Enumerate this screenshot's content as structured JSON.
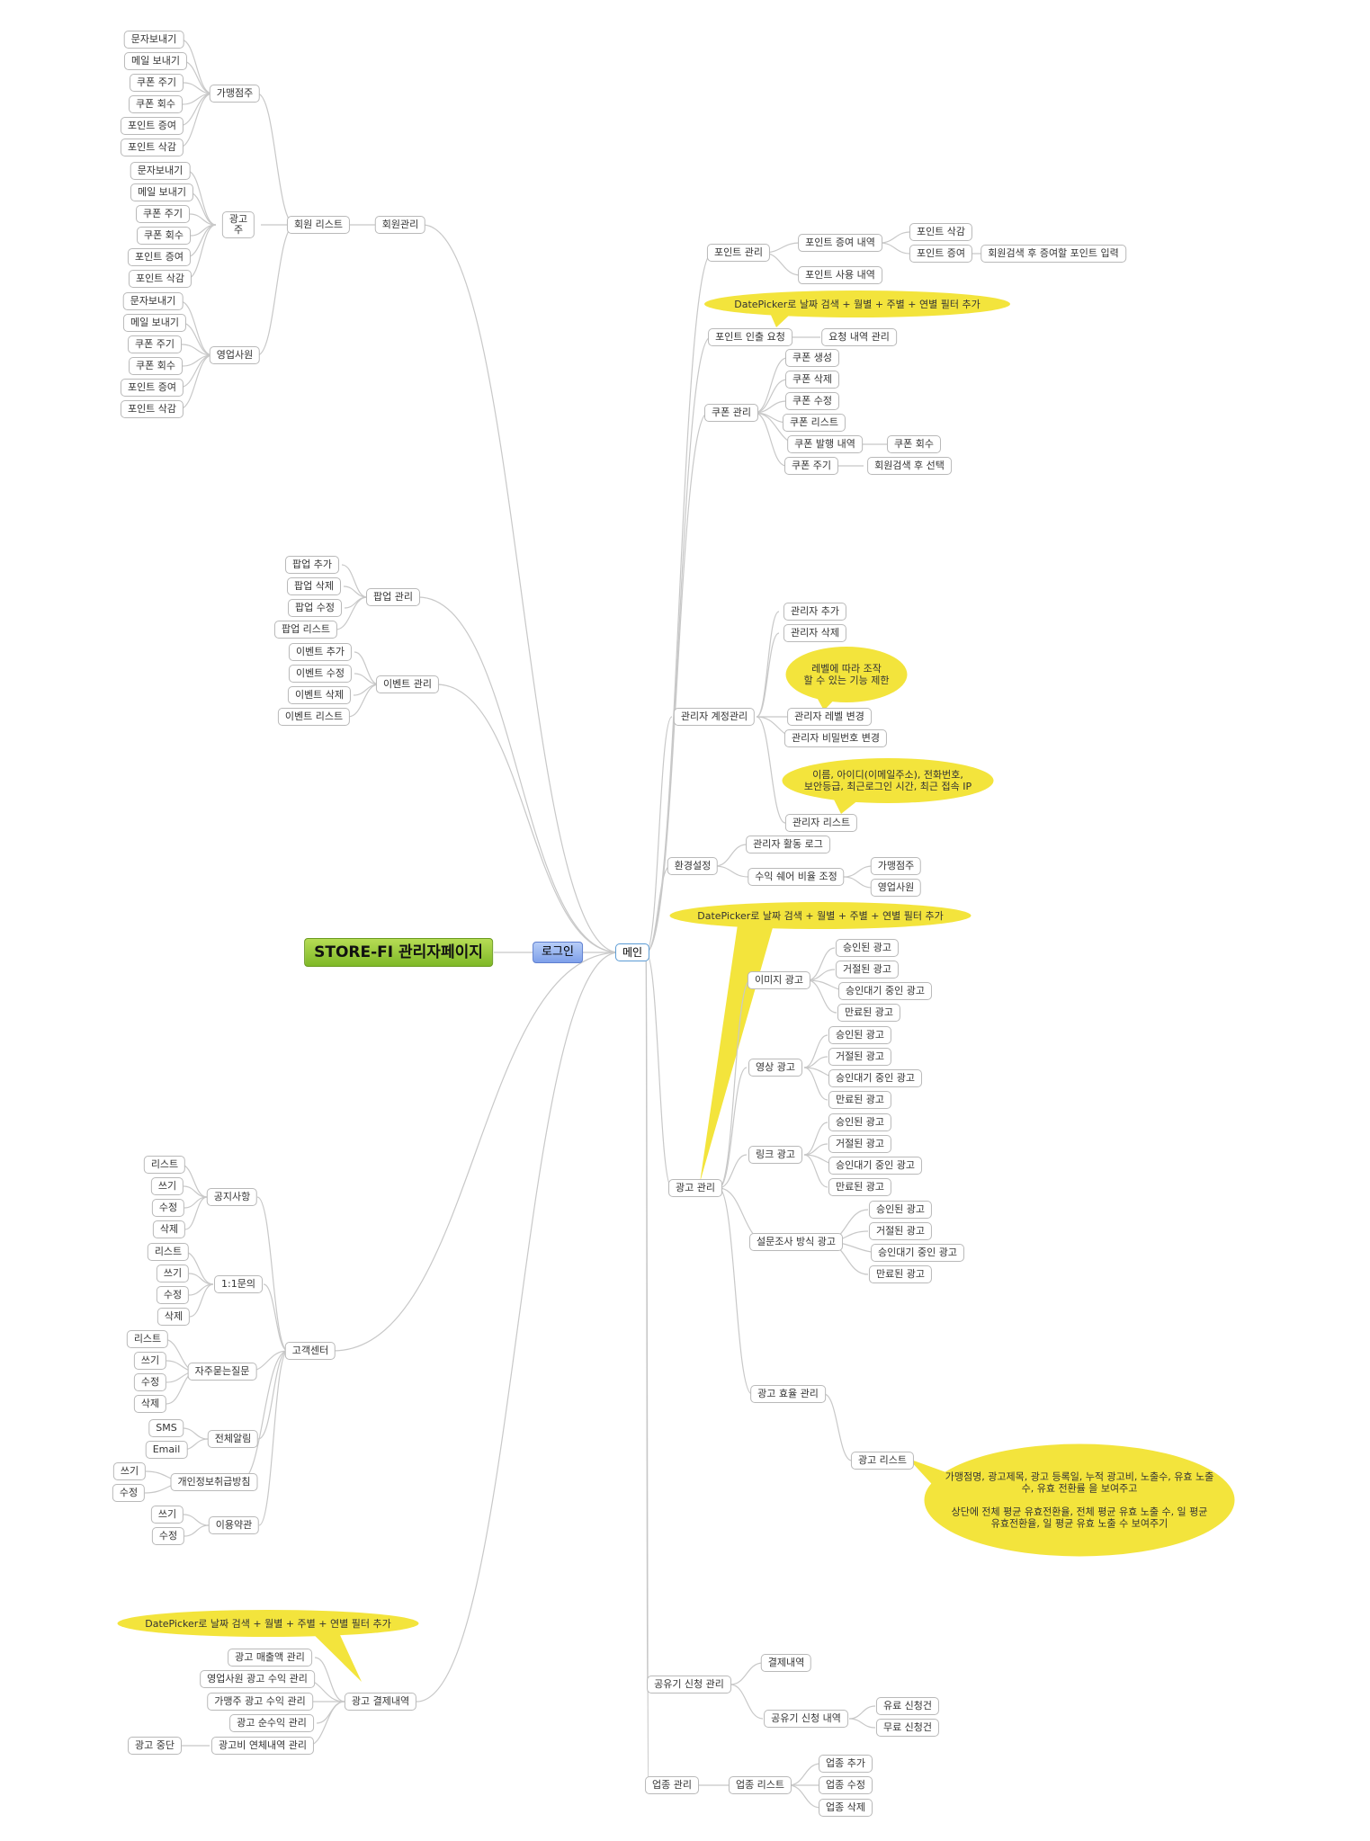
{
  "root": "STORE-FI 관리자페이지",
  "login": "로그인",
  "main": "메인",
  "member": {
    "title": "회원관리",
    "list": "회원 리스트",
    "groups": [
      {
        "label": "가맹점주",
        "items": [
          "문자보내기",
          "메일 보내기",
          "쿠폰 주기",
          "쿠폰 회수",
          "포인트 증여",
          "포인트 삭감"
        ]
      },
      {
        "label": "광고\n주",
        "items": [
          "문자보내기",
          "메일 보내기",
          "쿠폰 주기",
          "쿠폰 회수",
          "포인트 증여",
          "포인트 삭감"
        ]
      },
      {
        "label": "영업사원",
        "items": [
          "문자보내기",
          "메일 보내기",
          "쿠폰 주기",
          "쿠폰 회수",
          "포인트 증여",
          "포인트 삭감"
        ]
      }
    ]
  },
  "popup": {
    "title": "팝업 관리",
    "items": [
      "팝업 추가",
      "팝업 삭제",
      "팝업 수정",
      "팝업 리스트"
    ]
  },
  "event": {
    "title": "이벤트 관리",
    "items": [
      "이벤트 추가",
      "이벤트 수정",
      "이벤트 삭제",
      "이벤트 리스트"
    ]
  },
  "cs": {
    "title": "고객센터",
    "groups": [
      {
        "label": "공지사항",
        "items": [
          "리스트",
          "쓰기",
          "수정",
          "삭제"
        ]
      },
      {
        "label": "1:1문의",
        "items": [
          "리스트",
          "쓰기",
          "수정",
          "삭제"
        ]
      },
      {
        "label": "자주묻는질문",
        "items": [
          "리스트",
          "쓰기",
          "수정",
          "삭제"
        ]
      },
      {
        "label": "전체알림",
        "items": [
          "SMS",
          "Email"
        ]
      },
      {
        "label": "개인정보취급방침",
        "items": [
          "쓰기",
          "수정"
        ]
      },
      {
        "label": "이용약관",
        "items": [
          "쓰기",
          "수정"
        ]
      }
    ]
  },
  "payment": {
    "title": "광고 결제내역",
    "note": "DatePicker로 날짜 검색 + 월별 + 주별 + 연별 필터 추가",
    "items": [
      "광고 매출액 관리",
      "영업사원 광고 수익 관리",
      "가맹주 광고 수익 관리",
      "광고 순수익 관리",
      "광고비 연체내역 관리"
    ],
    "overdue_child": "광고 중단"
  },
  "point": {
    "title": "포인트 관리",
    "gift": "포인트 증여 내역",
    "gift_children": [
      "포인트 삭감",
      "포인트 증여"
    ],
    "gift_grand": "회원검색 후 증여할 포인트 입력",
    "use": "포인트 사용 내역"
  },
  "withdraw": {
    "note": "DatePicker로 날짜 검색 + 월별 + 주별 + 연별 필터 추가",
    "title": "포인트 인출 요청",
    "child": "요청 내역 관리"
  },
  "coupon": {
    "title": "쿠폰 관리",
    "items": [
      "쿠폰 생성",
      "쿠폰 삭제",
      "쿠폰 수정",
      "쿠폰 리스트",
      "쿠폰 발행 내역",
      "쿠폰 주기"
    ],
    "issue_child": "쿠폰 회수",
    "give_child": "회원검색 후 선택"
  },
  "admin": {
    "title": "관리자 계정관리",
    "items": [
      "관리자 추가",
      "관리자 삭제",
      "관리자 레벨 변경",
      "관리자 비밀번호 변경",
      "관리자 리스트"
    ],
    "note_level": "레벨에 따라 조작\n할 수 있는 기능 제한",
    "note_list": "이름, 아이디(이메일주소), 전화번호,\n보안등급, 최근로그인 시간, 최근 접속 IP"
  },
  "env": {
    "title": "환경설정",
    "log": "관리자 활동 로그",
    "share": "수익 쉐어 비율 조정",
    "share_children": [
      "가맹점주",
      "영업사원"
    ]
  },
  "ad": {
    "title": "광고 관리",
    "note": "DatePicker로 날짜 검색 + 월별 + 주별 + 연별 필터 추가",
    "types": [
      {
        "label": "이미지 광고",
        "items": [
          "승인된 광고",
          "거절된 광고",
          "승인대기 중인 광고",
          "만료된 광고"
        ]
      },
      {
        "label": "영상 광고",
        "items": [
          "승인된 광고",
          "거절된 광고",
          "승인대기 중인 광고",
          "만료된 광고"
        ]
      },
      {
        "label": "링크 광고",
        "items": [
          "승인된 광고",
          "거절된 광고",
          "승인대기 중인 광고",
          "만료된 광고"
        ]
      },
      {
        "label": "설문조사 방식 광고",
        "items": [
          "승인된 광고",
          "거절된 광고",
          "승인대기 중인 광고",
          "만료된 광고"
        ]
      }
    ],
    "effect": "광고 효율 관리",
    "list": "광고 리스트",
    "list_note": "가맹점명, 광고제목, 광고 등록일, 누적 광고비, 노출수, 유효 노출\n수, 유효 전환률 을 보여주고\n\n상단에 전체 평균 유효전환율, 전체 평균 유효 노출 수, 일 평균\n유효전환율, 일 평균 유효 노출 수 보여주기"
  },
  "share_device": {
    "title": "공유기 신청 관리",
    "pay": "결제내역",
    "apply": "공유기 신청 내역",
    "apply_children": [
      "유료 신청건",
      "무료 신청건"
    ]
  },
  "biz": {
    "title": "업종 관리",
    "list": "업종 리스트",
    "items": [
      "업종 추가",
      "업종 수정",
      "업종 삭제"
    ]
  }
}
